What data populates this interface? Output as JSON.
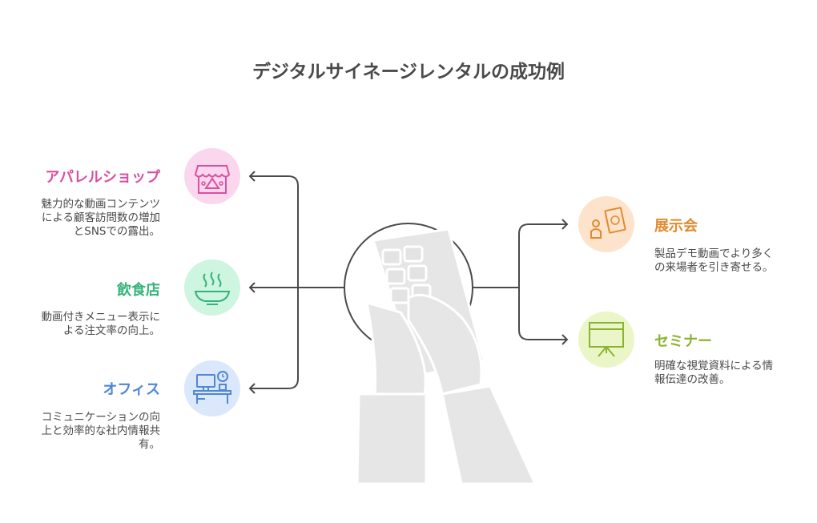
{
  "title": "デジタルサイネージレンタルの成功例",
  "left": [
    {
      "key": "apparel",
      "label": "アパレルショップ",
      "color": "#d94fa1",
      "bg": "#fbd7ee",
      "icon": "storefront-icon",
      "desc": "魅力的な動画コンテンツによる顧客訪問数の増加とSNSでの露出。"
    },
    {
      "key": "restaurant",
      "label": "飲食店",
      "color": "#35b37a",
      "bg": "#cdf5df",
      "icon": "hot-dish-icon",
      "desc": "動画付きメニュー表示による注文率の向上。"
    },
    {
      "key": "office",
      "label": "オフィス",
      "color": "#4f86d6",
      "bg": "#dbe7fb",
      "icon": "office-desk-icon",
      "desc": "コミュニケーションの向上と効率的な社内情報共有。"
    }
  ],
  "right": [
    {
      "key": "exhibition",
      "label": "展示会",
      "color": "#e08a2e",
      "bg": "#fde3cc",
      "icon": "exhibit-display-icon",
      "desc": "製品デモ動画でより多くの来場者を引き寄せる。"
    },
    {
      "key": "seminar",
      "label": "セミナー",
      "color": "#8cb32f",
      "bg": "#eaf6c7",
      "icon": "presentation-board-icon",
      "desc": "明確な視覚資料による情報伝達の改善。"
    }
  ]
}
